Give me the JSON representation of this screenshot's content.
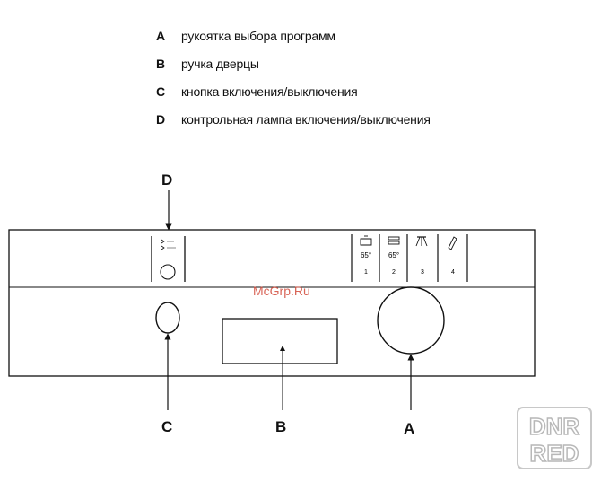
{
  "legend": [
    {
      "letter": "A",
      "text": "рукоятка выбора программ"
    },
    {
      "letter": "B",
      "text": "ручка дверцы"
    },
    {
      "letter": "C",
      "text": "кнопка включения/выключения"
    },
    {
      "letter": "D",
      "text": "контрольная лампа включения/выключения"
    }
  ],
  "callouts": {
    "a": "A",
    "b": "B",
    "c": "C",
    "d": "D"
  },
  "panel": {
    "programs": [
      {
        "temp": "65°",
        "number": "1"
      },
      {
        "temp": "65°",
        "number": "2"
      },
      {
        "temp": "",
        "number": "3"
      },
      {
        "temp": "",
        "number": "4"
      }
    ]
  },
  "watermark": {
    "site": "McGrp.Ru",
    "logo_line1": "DNR",
    "logo_line2": "RED"
  }
}
